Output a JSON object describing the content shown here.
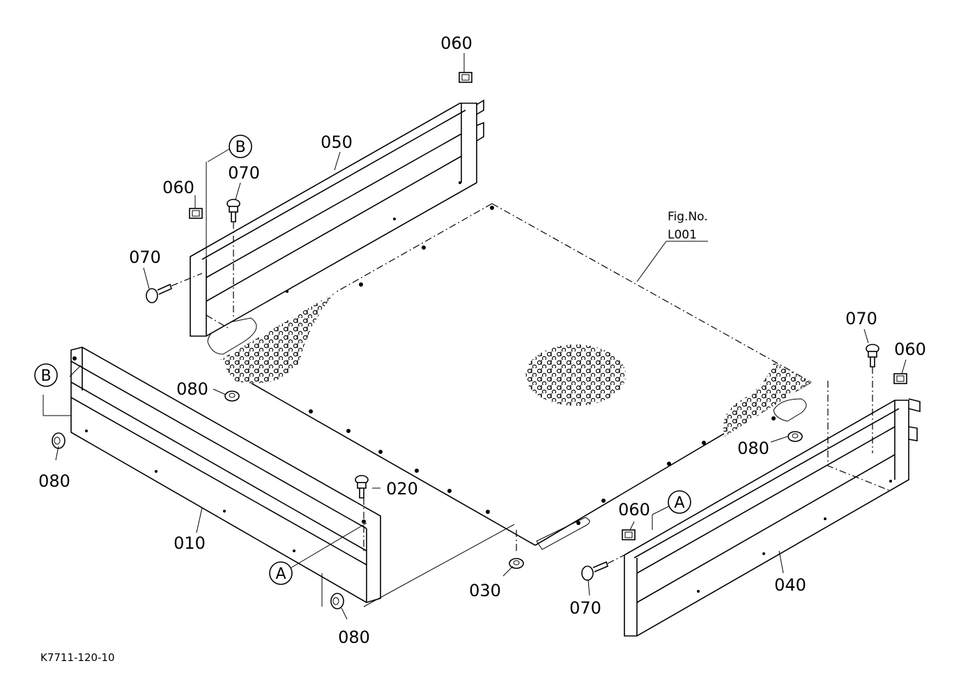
{
  "diagram_code": "K7711-120-10",
  "fig_ref": {
    "line1": "Fig.No.",
    "line2": "L001"
  },
  "callouts": {
    "a": "A",
    "b": "B"
  },
  "parts": {
    "p010": "010",
    "p020": "020",
    "p030": "030",
    "p040": "040",
    "p050": "050",
    "p060": "060",
    "p070": "070",
    "p080": "080"
  }
}
